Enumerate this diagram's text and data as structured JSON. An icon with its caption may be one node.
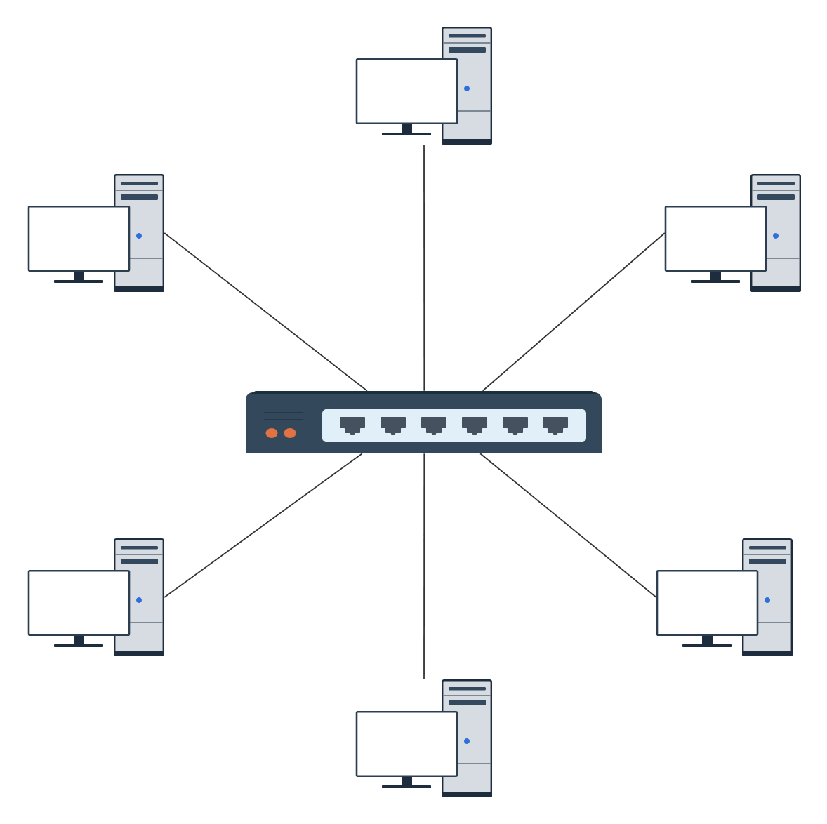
{
  "diagram": {
    "nodes": [
      {
        "text": [],
        "shape": "picture"
      },
      {
        "text": [],
        "shape": "picture"
      },
      {
        "text": [],
        "shape": "picture"
      },
      {
        "text": [],
        "shape": "picture"
      },
      {
        "text": [],
        "shape": "picture"
      },
      {
        "text": [],
        "shape": "picture"
      },
      {
        "text": [],
        "shape": "picture"
      }
    ],
    "edges": [
      {
        "from": 0,
        "to": 3,
        "arrow": "none"
      },
      {
        "from": 1,
        "to": 3,
        "arrow": "none"
      },
      {
        "from": 2,
        "to": 3,
        "arrow": "none"
      },
      {
        "from": 4,
        "to": 3,
        "arrow": "none"
      },
      {
        "from": 5,
        "to": 3,
        "arrow": "none"
      },
      {
        "from": 6,
        "to": 3,
        "arrow": "none"
      }
    ]
  }
}
